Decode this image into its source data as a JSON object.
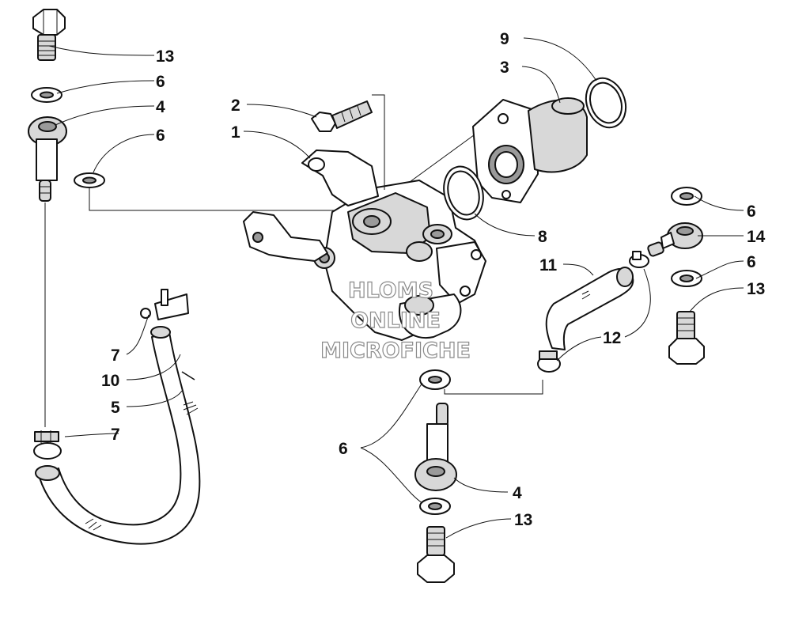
{
  "watermark": {
    "line1": "HLOMS",
    "line2": "ONLINE",
    "line3": "MICROFICHE"
  },
  "callouts": [
    {
      "id": "c1",
      "number": "13"
    },
    {
      "id": "c2",
      "number": "6"
    },
    {
      "id": "c3",
      "number": "4"
    },
    {
      "id": "c4",
      "number": "6"
    },
    {
      "id": "c5",
      "number": "2"
    },
    {
      "id": "c6",
      "number": "1"
    },
    {
      "id": "c7",
      "number": "9"
    },
    {
      "id": "c8",
      "number": "3"
    },
    {
      "id": "c9",
      "number": "8"
    },
    {
      "id": "c10",
      "number": "6"
    },
    {
      "id": "c11",
      "number": "14"
    },
    {
      "id": "c12",
      "number": "11"
    },
    {
      "id": "c13",
      "number": "6"
    },
    {
      "id": "c14",
      "number": "13"
    },
    {
      "id": "c15",
      "number": "12"
    },
    {
      "id": "c16",
      "number": "7"
    },
    {
      "id": "c17",
      "number": "10"
    },
    {
      "id": "c18",
      "number": "5"
    },
    {
      "id": "c19",
      "number": "7"
    },
    {
      "id": "c20",
      "number": "6"
    },
    {
      "id": "c21",
      "number": "4"
    },
    {
      "id": "c22",
      "number": "13"
    }
  ]
}
